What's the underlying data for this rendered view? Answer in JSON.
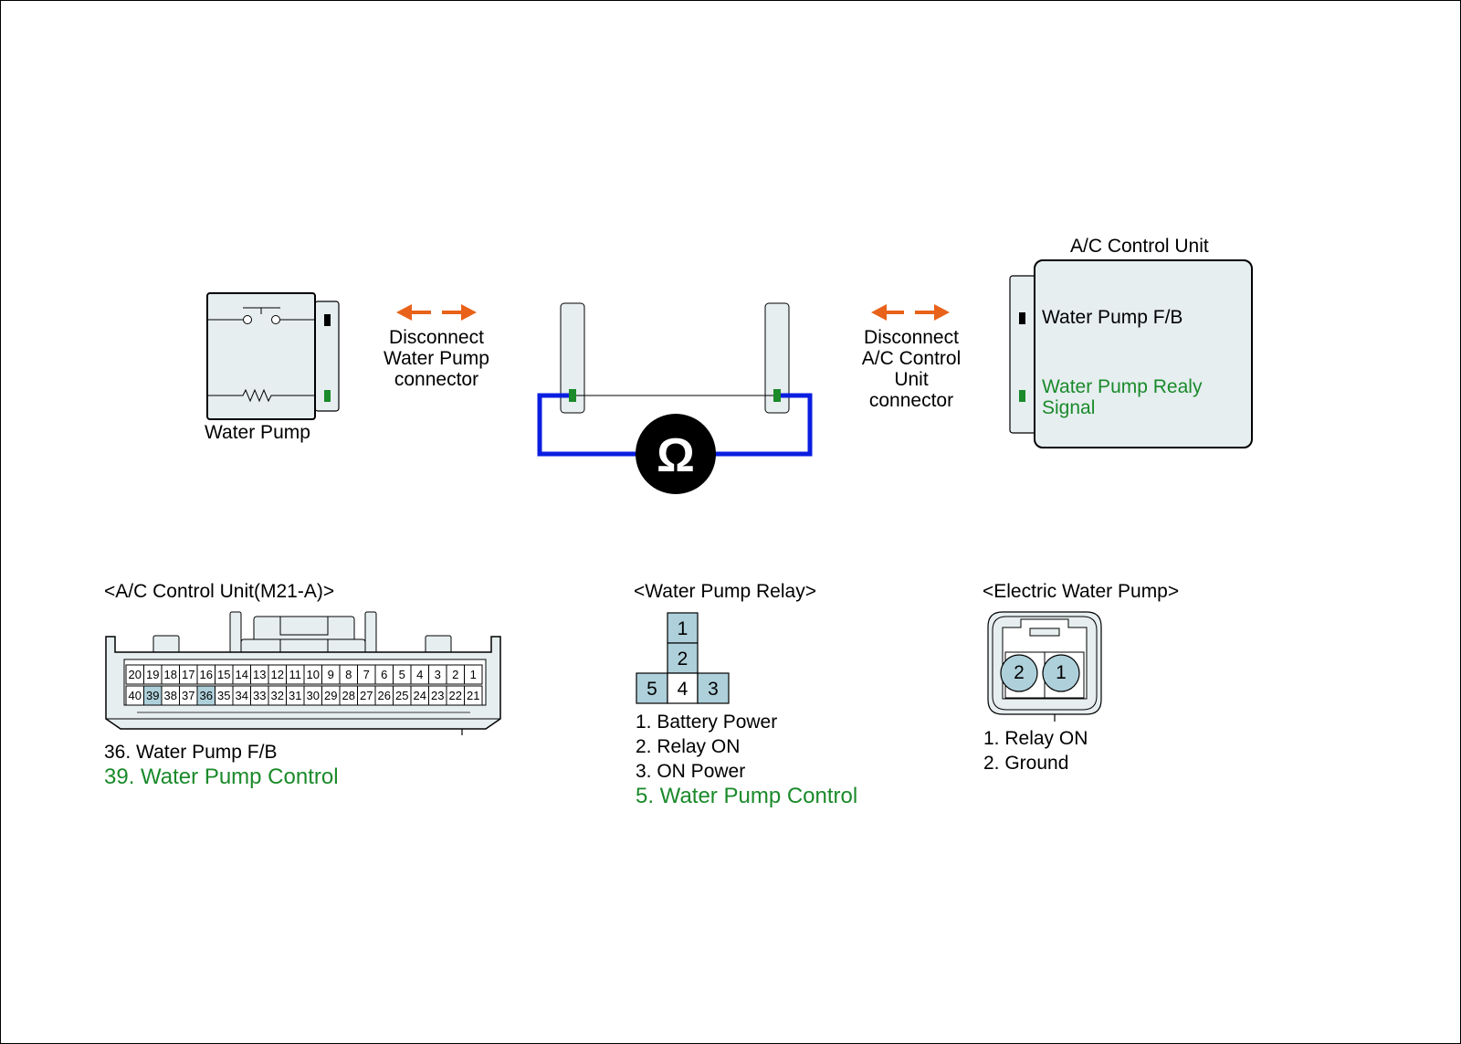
{
  "colors": {
    "accent_orange": "#e8621a",
    "wire_blue": "#0a1ee0",
    "pin_green": "#1a8a2a",
    "connector_fill": "#e6eef0",
    "pin_highlight": "#aed0da",
    "signal_green": "#1a8a2a"
  },
  "icons": {
    "ohmmeter": "omega-icon",
    "disconnect": "double-arrow-icon"
  },
  "top": {
    "water_pump_label": "Water Pump",
    "disconnect_left": [
      "Disconnect",
      "Water Pump",
      "connector"
    ],
    "disconnect_right": [
      "Disconnect",
      "A/C Control",
      "Unit",
      "connector"
    ],
    "ohm_symbol": "Ω",
    "acu_title": "A/C Control Unit",
    "acu_pin1": "Water Pump F/B",
    "acu_pin2": [
      "Water Pump Realy",
      "Signal"
    ]
  },
  "acu_connector": {
    "title": "<A/C Control Unit(M21-A)>",
    "row_top": [
      "20",
      "19",
      "18",
      "17",
      "16",
      "15",
      "14",
      "13",
      "12",
      "11",
      "10",
      "9",
      "8",
      "7",
      "6",
      "5",
      "4",
      "3",
      "2",
      "1"
    ],
    "row_bottom": [
      "40",
      "39",
      "38",
      "37",
      "36",
      "35",
      "34",
      "33",
      "32",
      "31",
      "30",
      "29",
      "28",
      "27",
      "26",
      "25",
      "24",
      "23",
      "22",
      "21"
    ],
    "highlighted": [
      "39",
      "36"
    ],
    "legend": [
      {
        "text": "36. Water Pump F/B",
        "green": false
      },
      {
        "text": "39. Water Pump Control",
        "green": true
      }
    ]
  },
  "relay": {
    "title": "<Water Pump Relay>",
    "pins": {
      "p1": "1",
      "p2": "2",
      "p3": "3",
      "p4": "4",
      "p5": "5"
    },
    "legend": [
      {
        "text": "1. Battery Power",
        "green": false
      },
      {
        "text": "2. Relay ON",
        "green": false
      },
      {
        "text": "3. ON Power",
        "green": false
      },
      {
        "text": "5. Water Pump Control",
        "green": true
      }
    ]
  },
  "ewp": {
    "title": "<Electric Water Pump>",
    "pins": {
      "left": "2",
      "right": "1"
    },
    "legend": [
      {
        "text": "1. Relay ON",
        "green": false
      },
      {
        "text": "2. Ground",
        "green": false
      }
    ]
  }
}
